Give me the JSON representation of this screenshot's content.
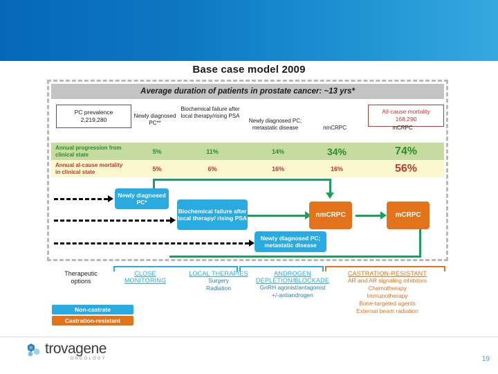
{
  "slide": {
    "title": "Base case model 2009",
    "page_number": "19"
  },
  "diagram": {
    "banner": "Average duration of patients in prostate cancer: ~13 yrs*",
    "prevalence_box": {
      "label": "PC prevalence",
      "value": "2,219,280"
    },
    "mortality_box": {
      "label": "All-cause mortality",
      "value": "168,290"
    },
    "column_headers": [
      "Newly diagnosed PC**",
      "Biochemical failure after local therapy/rising PSA",
      "Newly diagnosed PC; metastatic disease",
      "nmCRPC",
      "mCRPC"
    ],
    "rows": [
      {
        "label": "Annual progression from clinical state",
        "color": "#2e8b2e",
        "band": "#c5dba0",
        "values": [
          "5%",
          "11%",
          "14%",
          "34%",
          "74%"
        ]
      },
      {
        "label": "Annual al-cause mortality in clinical state",
        "color": "#c0392b",
        "band": "#fbf8cf",
        "values": [
          "5%",
          "6%",
          "16%",
          "16%",
          "56%"
        ]
      }
    ],
    "nodes": [
      {
        "id": "newly-diagnosed-pc",
        "text": "Newly diagnosed PC*",
        "color": "blue"
      },
      {
        "id": "biochemical-failure",
        "text": "Biochemical failure after local therapy/ rising PSA",
        "color": "blue"
      },
      {
        "id": "metastatic-disease",
        "text": "Newly diagnosed PC; metastatic disease",
        "color": "blue"
      },
      {
        "id": "nmcrpc",
        "text": "nmCRPC",
        "color": "orange"
      },
      {
        "id": "mcrpc",
        "text": "mCRPC",
        "color": "orange"
      }
    ]
  },
  "therapeutic": {
    "label": "Therapeutic options",
    "columns": [
      {
        "id": "close-monitoring",
        "head": "CLOSE MONITORING",
        "items": [],
        "tone": "blue"
      },
      {
        "id": "local-therapies",
        "head": "LOCAL THERAPIES",
        "items": [
          "Surgery",
          "Radiation"
        ],
        "tone": "blue"
      },
      {
        "id": "androgen-depletion",
        "head": "ANDROGEN DEPLETION/BLOCKADE",
        "items": [
          "GnRH agonist/antagonist",
          "+/-antiandrogen"
        ],
        "tone": "blue"
      },
      {
        "id": "castration-resistant",
        "head": "CASTRATION-RESISTANT",
        "items": [
          "AR and AR signaling inhibitors",
          "Chemotherapy",
          "Immunotherapy",
          "Bone-targeted agents",
          "External beam radiation"
        ],
        "tone": "orange"
      }
    ]
  },
  "legend": [
    {
      "id": "non-castrate",
      "text": "Non-castrate",
      "color": "#29abe2"
    },
    {
      "id": "castration-resistant",
      "text": "Castration-resistant",
      "color": "#e2731b"
    }
  ],
  "brand": {
    "name": "trovagene",
    "tagline": "ONCOLOGY"
  },
  "colors": {
    "header_blue_start": "#0567b8",
    "header_blue_end": "#36a8e0",
    "node_blue": "#29abe2",
    "node_orange": "#e2731b",
    "connector_green": "#1aa05a",
    "row_green_band": "#c5dba0",
    "row_yellow_band": "#fbf8cf",
    "mortality_red": "#c0392b"
  }
}
